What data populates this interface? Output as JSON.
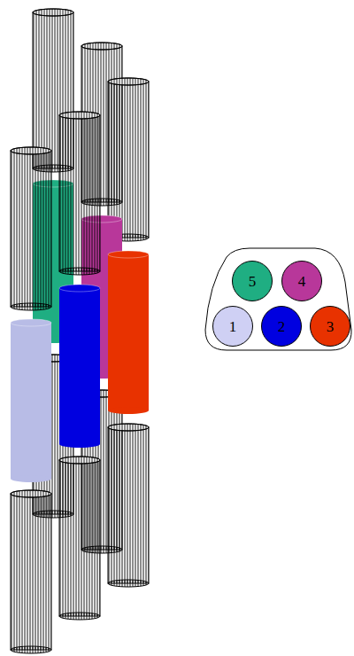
{
  "diagram": {
    "nodes": [
      {
        "text": [
          "5"
        ]
      },
      {
        "text": [
          "4"
        ]
      },
      {
        "text": [
          "1"
        ]
      },
      {
        "text": [
          "2"
        ]
      },
      {
        "text": [
          "3"
        ]
      }
    ]
  }
}
